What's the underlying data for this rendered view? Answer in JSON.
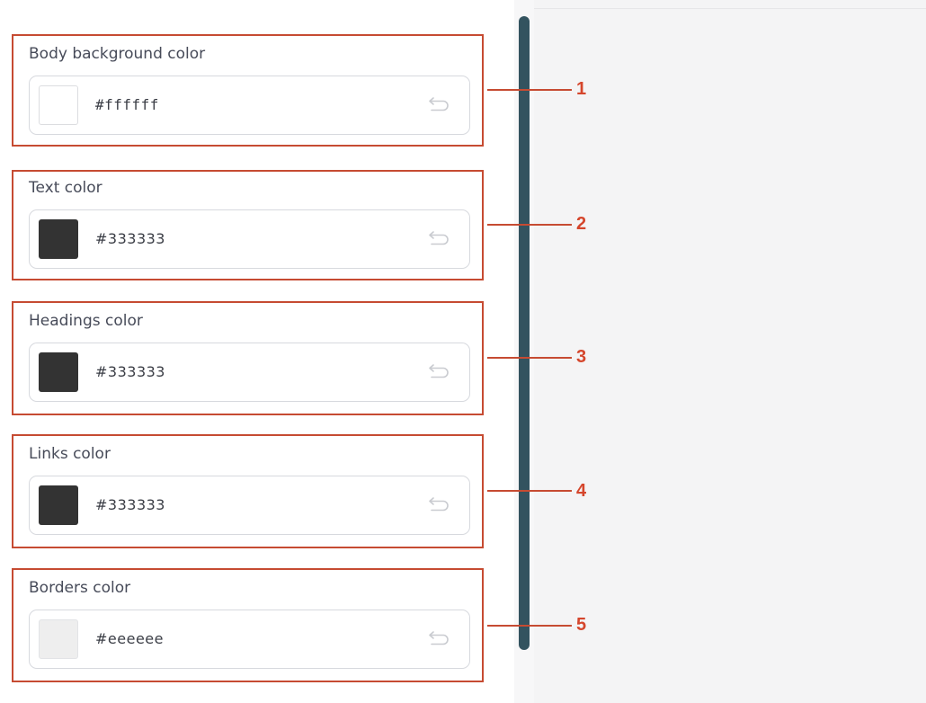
{
  "colors": {
    "callout": "#c64b32",
    "number": "#d5462c",
    "scrollbar": "#33535f",
    "preview_bg": "#f4f4f5"
  },
  "fields": [
    {
      "label": "Body background color",
      "value": "#ffffff",
      "swatch": "#ffffff",
      "reset_icon": "undo-icon",
      "marker": "1"
    },
    {
      "label": "Text color",
      "value": "#333333",
      "swatch": "#333333",
      "reset_icon": "undo-icon",
      "marker": "2"
    },
    {
      "label": "Headings color",
      "value": "#333333",
      "swatch": "#333333",
      "reset_icon": "undo-icon",
      "marker": "3"
    },
    {
      "label": "Links color",
      "value": "#333333",
      "swatch": "#333333",
      "reset_icon": "undo-icon",
      "marker": "4"
    },
    {
      "label": "Borders color",
      "value": "#eeeeee",
      "swatch": "#eeeeee",
      "reset_icon": "undo-icon",
      "marker": "5"
    }
  ]
}
